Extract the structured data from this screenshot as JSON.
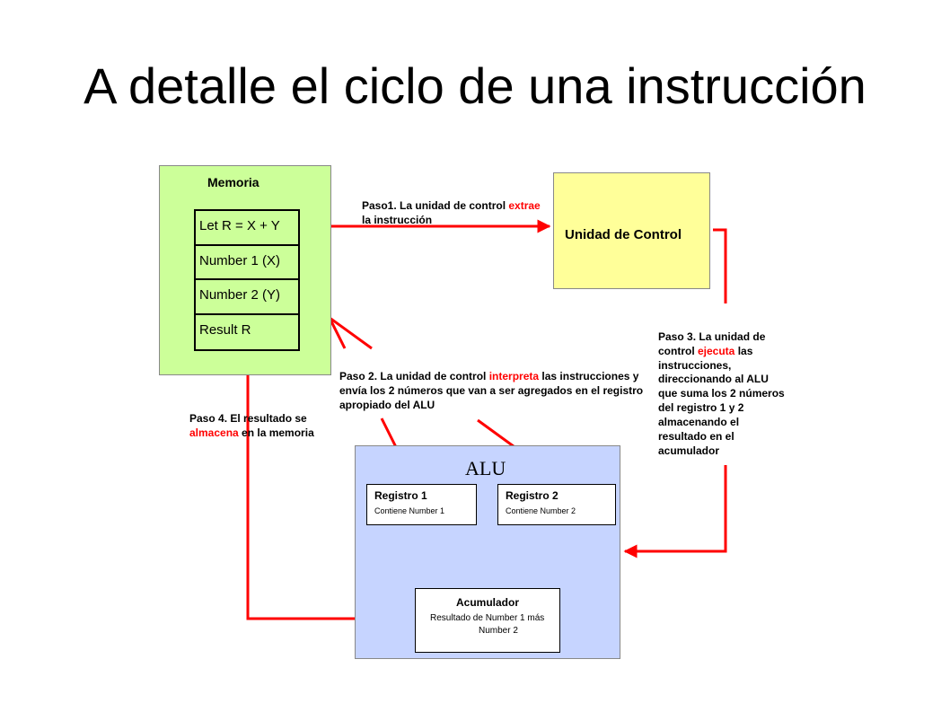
{
  "title": "A detalle el ciclo de una instrucción",
  "memoria": {
    "title": "Memoria",
    "cells": [
      "Let R = X + Y",
      "Number 1 (X)",
      "Number 2 (Y)",
      "Result R"
    ]
  },
  "unidad_control": {
    "label": "Unidad de Control"
  },
  "alu": {
    "label": "ALU",
    "registro1": {
      "title": "Registro 1",
      "desc": "Contiene Number 1"
    },
    "registro2": {
      "title": "Registro 2",
      "desc": "Contiene Number 2"
    },
    "acumulador": {
      "title": "Acumulador",
      "desc_line1": "Resultado de Number 1 más",
      "desc_line2": "Number 2"
    }
  },
  "pasos": {
    "paso1": {
      "before": "Paso1. La unidad de control ",
      "highlight": "extrae",
      "after": " la instrucción"
    },
    "paso2": {
      "before": "Paso 2. La unidad de control ",
      "highlight": "interpreta",
      "after": " las instrucciones y envía los 2  números que van a ser agregados en el registro apropiado del ALU"
    },
    "paso3": {
      "before": "Paso 3. La unidad de control ",
      "highlight": "ejecuta",
      "after": " las instrucciones, direccionando al ALU que suma los 2 números del registro 1 y 2 almacenando el resultado en el acumulador"
    },
    "paso4": {
      "before": "Paso 4. El resultado se ",
      "highlight": "almacena",
      "after": " en la memoria"
    }
  },
  "colors": {
    "memoria_bg": "#ccff99",
    "control_bg": "#ffff99",
    "alu_bg": "#c6d4ff",
    "arrow": "#ff0000",
    "highlight": "#ff0000"
  }
}
